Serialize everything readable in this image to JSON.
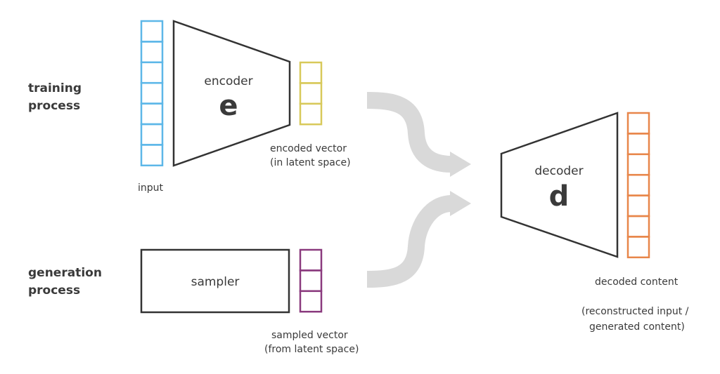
{
  "side_labels": {
    "training_line1": "training",
    "training_line2": "process",
    "generation_line1": "generation",
    "generation_line2": "process"
  },
  "input": {
    "label": "input",
    "cells": 7,
    "color": "#5db7e8"
  },
  "encoder": {
    "title": "encoder",
    "symbol": "e"
  },
  "encoded_vector": {
    "line1": "encoded vector",
    "line2": "(in latent space)",
    "cells": 3,
    "color": "#d8c95a"
  },
  "sampler": {
    "label": "sampler"
  },
  "sampled_vector": {
    "line1": "sampled vector",
    "line2": "(from latent space)",
    "cells": 3,
    "color": "#8a3a7e"
  },
  "decoder": {
    "title": "decoder",
    "symbol": "d"
  },
  "decoded_content": {
    "label": "decoded content",
    "note_line1": "(reconstructed input /",
    "note_line2": "generated content)",
    "cells": 7,
    "color": "#e8864a"
  },
  "colors": {
    "outline": "#333333",
    "arrow": "#d9d9d9",
    "text": "#3a3a3a"
  }
}
